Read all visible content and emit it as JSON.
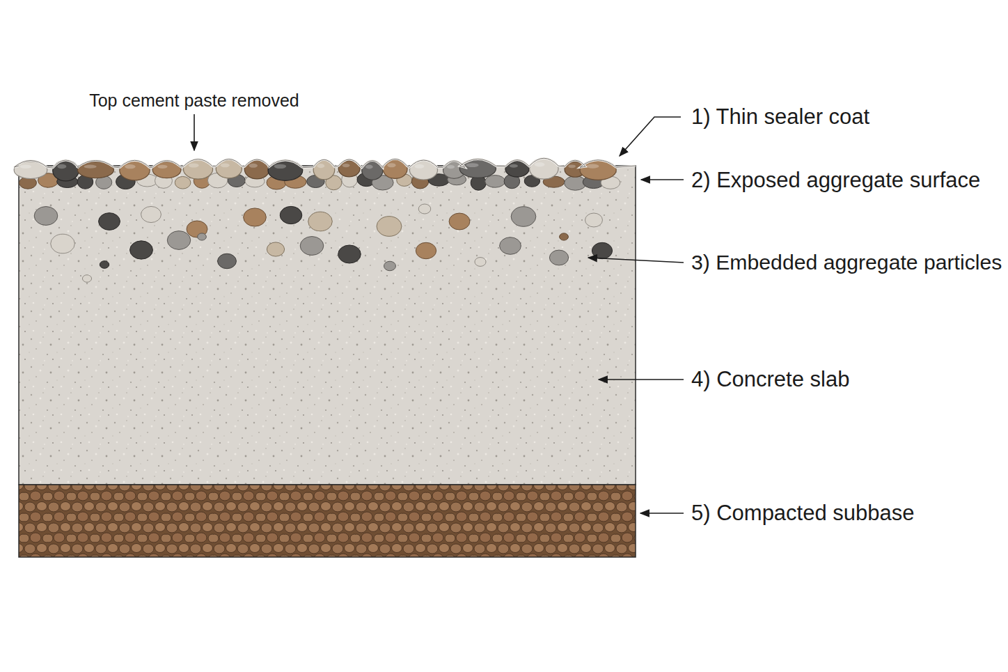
{
  "diagram": {
    "labels": [
      "Top cement paste removed",
      "1) Thin sealer coat",
      "2) Exposed aggregate surface",
      "3) Embedded aggregate particles",
      "4) Concrete slab",
      "5) Compacted subbase"
    ]
  }
}
